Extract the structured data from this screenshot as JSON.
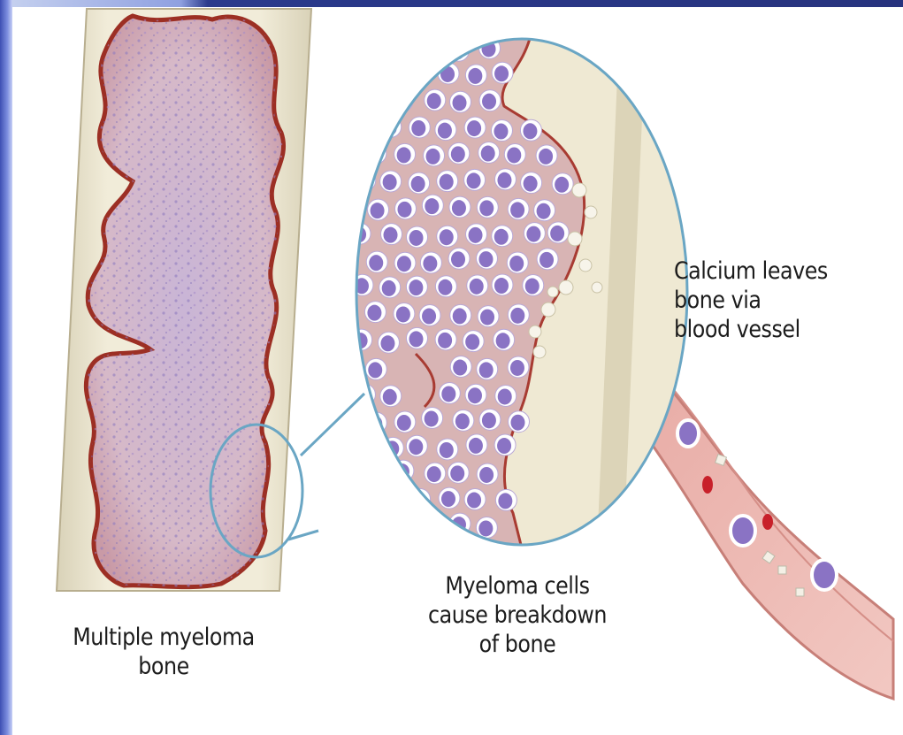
{
  "labels": {
    "calcium": "Calcium leaves\nbone via\nblood vessel",
    "myeloma_cells": "Myeloma cells\ncause breakdown\nof bone",
    "bone": "Multiple myeloma\nbone"
  },
  "colors": {
    "cortex": "#ebe4cf",
    "marrow": "#cdb3c4",
    "bone_edge": "#9c2f24",
    "myeloma_cell": "#8a73c4",
    "vessel": "#e8a8a0",
    "red_cell": "#c8202a",
    "magnifier": "#6aa6c4",
    "slide_accent": "#27337e"
  }
}
